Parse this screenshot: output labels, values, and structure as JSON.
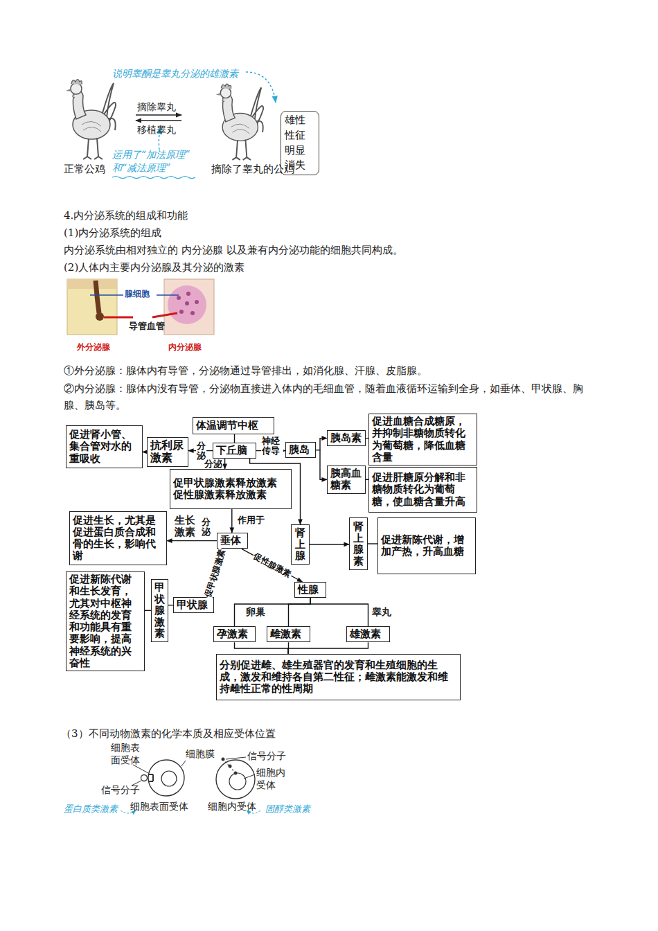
{
  "diagram": {
    "nodes": [
      {
        "text": [
          "雄性性征明显消失"
        ]
      },
      {
        "text": [
          "体温调节中枢"
        ]
      },
      {
        "text": [
          "下丘脑"
        ]
      },
      {
        "text": [
          "抗利尿激素"
        ]
      },
      {
        "text": [
          "促进肾小管、集合管对水的重吸收"
        ]
      },
      {
        "text": [
          "胰岛"
        ]
      },
      {
        "text": [
          "胰岛素"
        ]
      },
      {
        "text": [
          "促进血糖合成糖原，并抑制非糖物质转化为葡萄糖，降低血糖含量"
        ]
      },
      {
        "text": [
          "胰高血糖素"
        ]
      },
      {
        "text": [
          "促进肝糖原分解和非糖物质转化为葡萄糖，使血糖含量升高"
        ]
      },
      {
        "text": [
          "促甲状腺激素释放激素",
          "促性腺激素释放激素"
        ]
      },
      {
        "text": [
          "垂体"
        ]
      },
      {
        "text": [
          "促进生长，尤其是促进蛋白质合成和骨的生长，影响代谢"
        ]
      },
      {
        "text": [
          "肾上腺"
        ]
      },
      {
        "text": [
          "肾上腺素"
        ]
      },
      {
        "text": [
          "促进新陈代谢，增加产热，升高血糖"
        ]
      },
      {
        "text": [
          "甲状腺"
        ]
      },
      {
        "text": [
          "甲状腺激素"
        ]
      },
      {
        "text": [
          "促进新陈代谢和生长发育，尤其对中枢神经系统的发育和功能具有重要影响，提高神经系统的兴奋性"
        ]
      },
      {
        "text": [
          "性腺"
        ]
      },
      {
        "text": [
          "孕激素"
        ]
      },
      {
        "text": [
          "雌激素"
        ]
      },
      {
        "text": [
          "雄激素"
        ]
      },
      {
        "text": [
          "分别促进雌、雄生殖器官的发育和生殖细胞的生成，激发和维持各自第二性征；雌激素能激发和维持雌性正常的性周期"
        ]
      }
    ],
    "edges": [
      {
        "from": 2,
        "to": 1,
        "arrow": "none"
      },
      {
        "from": 2,
        "to": 3,
        "label": "分泌",
        "arrow": "to"
      },
      {
        "from": 3,
        "to": 4,
        "arrow": "to"
      },
      {
        "from": 2,
        "to": 5,
        "label": "神经传导",
        "arrow": "to"
      },
      {
        "from": 5,
        "to": 6,
        "arrow": "to"
      },
      {
        "from": 5,
        "to": 8,
        "arrow": "to"
      },
      {
        "from": 6,
        "to": 7,
        "arrow": "none"
      },
      {
        "from": 8,
        "to": 9,
        "arrow": "none"
      },
      {
        "from": 2,
        "to": 10,
        "label": "分泌",
        "arrow": "to"
      },
      {
        "from": 10,
        "to": 11,
        "label": "作用于",
        "arrow": "to"
      },
      {
        "from": 2,
        "to": 13,
        "arrow": "to"
      },
      {
        "from": 13,
        "to": 14,
        "arrow": "to"
      },
      {
        "from": 14,
        "to": 15,
        "arrow": "none"
      },
      {
        "from": 11,
        "to": 12,
        "label": "分泌",
        "arrow": "to"
      },
      {
        "from": 11,
        "to": 16,
        "label": "促甲状腺激素",
        "arrow": "to"
      },
      {
        "from": 16,
        "to": 17,
        "arrow": "none"
      },
      {
        "from": 17,
        "to": 18,
        "arrow": "none"
      },
      {
        "from": 11,
        "to": 19,
        "label": "促性腺激素",
        "arrow": "to"
      },
      {
        "from": 19,
        "to": 20,
        "arrow": "none"
      },
      {
        "from": 19,
        "to": 21,
        "arrow": "none"
      },
      {
        "from": 19,
        "to": 22,
        "arrow": "none"
      },
      {
        "from": 20,
        "to": 23,
        "arrow": "none"
      },
      {
        "from": 21,
        "to": 23,
        "arrow": "none"
      },
      {
        "from": 22,
        "to": 23,
        "arrow": "none"
      }
    ],
    "labels": [
      "说明睾酮是睾丸分泌的雄激素",
      "摘除睾丸",
      "移植睾丸",
      "运用了“加法原理” 和“减法原理”",
      "正常公鸡",
      "摘除了睾丸的公鸡",
      "4.内分泌系统的组成和功能",
      "(1)内分泌系统的组成",
      "内分泌系统由相对独立的 内分泌腺 以及兼有内分泌功能的细胞共同构成。",
      "(2)人体内主要内分泌腺及其分泌的激素",
      "腺细胞",
      "导管",
      "血管",
      "外分泌腺",
      "内分泌腺",
      "①外分泌腺：腺体内有导管，分泌物通过导管排出，如消化腺、汗腺、皮脂腺。",
      "②内分泌腺：腺体内没有导管，分泌物直接进入体内的毛细血管，随着血液循环运输到全身，如垂体、甲状腺、胸腺、胰岛等。",
      "生长激素",
      "卵巢",
      "睾丸",
      "（3）不同动物激素的化学本质及相应受体位置",
      "细胞表面受体",
      "细胞膜",
      "信号分子",
      "细胞表面受体",
      "蛋白质类激素",
      "信号分子",
      "细胞内受体",
      "细胞内受体",
      "固醇类激素"
    ]
  }
}
